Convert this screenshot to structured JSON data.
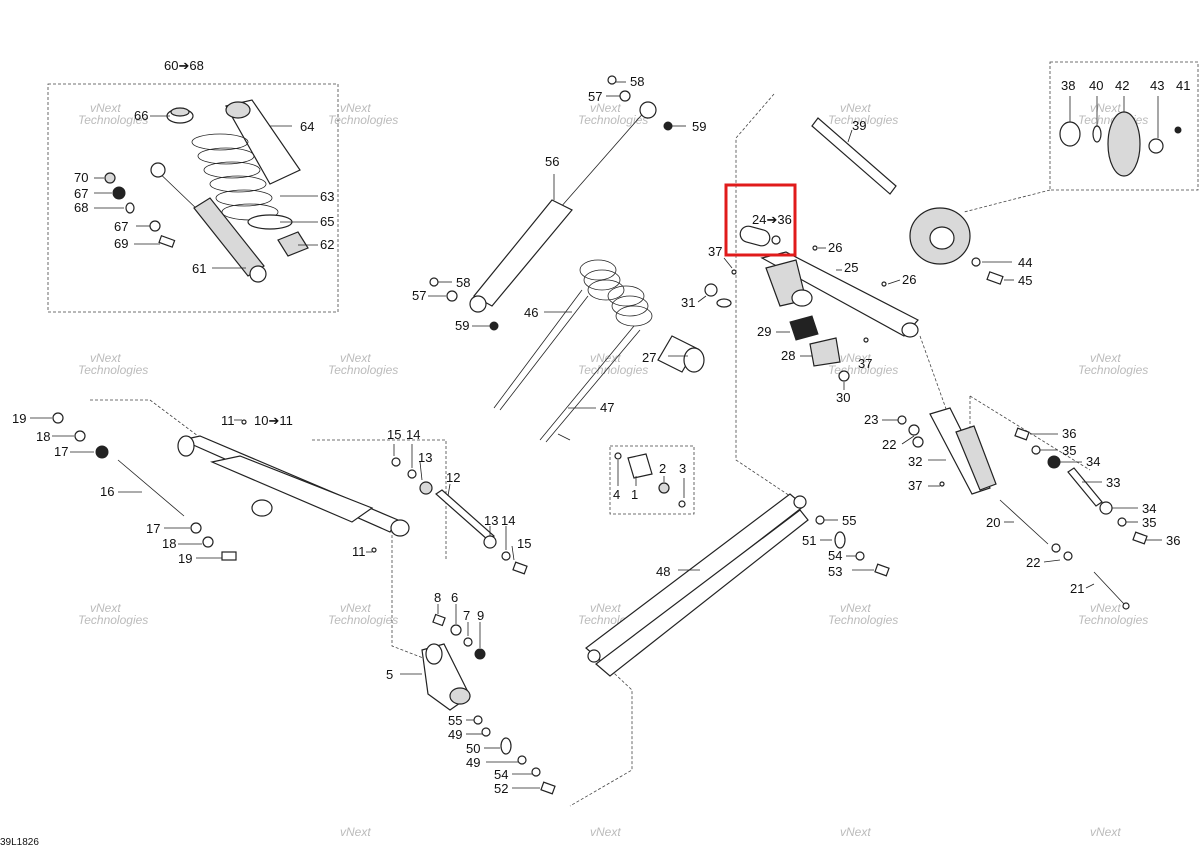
{
  "doc_code": "39L1826",
  "watermark": [
    "vNext",
    "Technologies"
  ],
  "highlight_label": "24➔36",
  "highlight_color": "#e01b1b",
  "callouts": {
    "c60_68": "60➔68",
    "c66": "66",
    "c64": "64",
    "c63": "63",
    "c65": "65",
    "c62": "62",
    "c61": "61",
    "c70": "70",
    "c67a": "67",
    "c68": "68",
    "c67b": "67",
    "c69": "69",
    "c58a": "58",
    "c57a": "57",
    "c59a": "59",
    "c56": "56",
    "c58b": "58",
    "c57b": "57",
    "c59b": "59",
    "c46": "46",
    "c27": "27",
    "c47": "47",
    "c4": "4",
    "c1": "1",
    "c2": "2",
    "c3": "3",
    "c38": "38",
    "c40": "40",
    "c42": "42",
    "c43": "43",
    "c41": "41",
    "c39": "39",
    "c44": "44",
    "c45": "45",
    "c26a": "26",
    "c25": "25",
    "c26b": "26",
    "c37a": "37",
    "c31": "31",
    "c29": "29",
    "c28": "28",
    "c37b": "37",
    "c30": "30",
    "c19a": "19",
    "c18a": "18",
    "c17a": "17",
    "c16": "16",
    "c17b": "17",
    "c18b": "18",
    "c19b": "19",
    "c11a": "11",
    "c10_11": "10➔11",
    "c11b": "11",
    "c15a": "15",
    "c14a": "14",
    "c13a": "13",
    "c12": "12",
    "c13b": "13",
    "c14b": "14",
    "c15b": "15",
    "c23": "23",
    "c22a": "22",
    "c32": "32",
    "c37c": "37",
    "c36a": "36",
    "c35a": "35",
    "c34a": "34",
    "c33": "33",
    "c34b": "34",
    "c35b": "35",
    "c36b": "36",
    "c20": "20",
    "c22b": "22",
    "c21": "21",
    "c55a": "55",
    "c51": "51",
    "c54a": "54",
    "c53": "53",
    "c48": "48",
    "c8": "8",
    "c6": "6",
    "c7": "7",
    "c9": "9",
    "c5": "5",
    "c55b": "55",
    "c49a": "49",
    "c50": "50",
    "c49b": "49",
    "c54b": "54",
    "c52": "52"
  }
}
